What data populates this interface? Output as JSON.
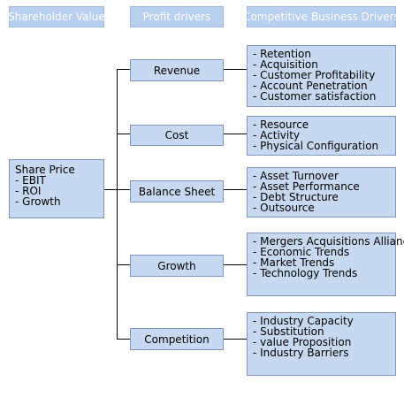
{
  "headers": {
    "shareholder_value": "Shareholder Value",
    "profit_drivers": "Profit drivers",
    "competitive_drivers": "Competitive Business Drivers"
  },
  "share_price": {
    "title": "Share Price",
    "items": [
      "- EBIT",
      "- ROI",
      "- Growth"
    ]
  },
  "profit_drivers": [
    "Revenue",
    "Cost",
    "Balance Sheet",
    "Growth",
    "Competition"
  ],
  "competitive_drivers": [
    [
      "- Retention",
      "- Acquisition",
      "- Customer Profitability",
      "- Account Penetration",
      "- Customer satisfaction"
    ],
    [
      "- Resource",
      "- Activity",
      "- Physical Configuration"
    ],
    [
      "- Asset Turnover",
      "- Asset Performance",
      "- Debt Structure",
      "- Outsource"
    ],
    [
      "- Mergers Acquisitions Alliances",
      "- Economic Trends",
      "- Market Trends",
      "- Technology Trends"
    ],
    [
      "- Industry Capacity",
      "- Substitution",
      "- value Proposition",
      "- Industry Barriers"
    ]
  ]
}
